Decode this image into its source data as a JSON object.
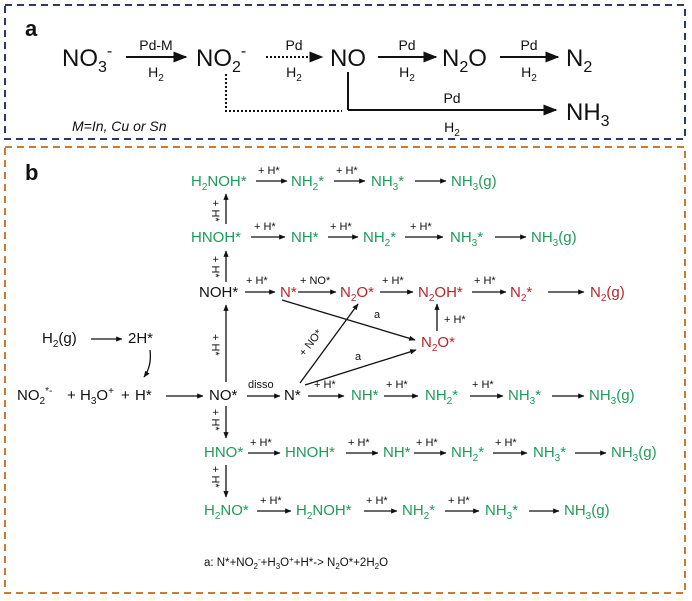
{
  "panel_a": {
    "label": "a",
    "border_color": "#2b3a67",
    "species": {
      "no3": "NO3-",
      "no2": "NO2-",
      "no": "NO",
      "n2o": "N2O",
      "n2": "N2",
      "nh3": "NH3"
    },
    "catalysts": {
      "step1_top": "Pd-M",
      "step1_bottom": "H2",
      "step2_top": "Pd",
      "step2_bottom": "H2",
      "step3_top": "Pd",
      "step3_bottom": "H2",
      "step4_top": "Pd",
      "step4_bottom": "H2",
      "nh3_top": "Pd",
      "nh3_bottom": "H2"
    },
    "note": "M=In, Cu or Sn"
  },
  "panel_b": {
    "label": "b",
    "border_color": "#d07a2f",
    "colors": {
      "green": "#1f9a5a",
      "red": "#b5252b",
      "black": "#111111"
    },
    "plus_h": "+ H*",
    "row1": [
      "H2NOH*",
      "NH2*",
      "NH3*",
      "NH3(g)"
    ],
    "row2": [
      "HNOH*",
      "NH*",
      "NH2*",
      "NH3*",
      "NH3(g)"
    ],
    "row3": [
      "NOH*",
      "N*",
      "N2O*",
      "N2OH*",
      "N2*",
      "N2(g)"
    ],
    "row3_no_label": "+ NO*",
    "n2o_mid": "N2O*",
    "diag_no_label": "+ NO*",
    "a_label": "a",
    "h2_row": {
      "h2g": "H2(g)",
      "twoh": "2H*"
    },
    "row4": {
      "no2": "NO2*-",
      "h3o": "H3O+",
      "h": "H*",
      "plus": "+",
      "no": "NO*",
      "disso": "disso",
      "n": "N*"
    },
    "row4_right": [
      "NH*",
      "NH2*",
      "NH3*",
      "NH3(g)"
    ],
    "row5": [
      "HNO*",
      "HNOH*",
      "NH*",
      "NH2*",
      "NH3*",
      "NH3(g)"
    ],
    "row6": [
      "H2NO*",
      "H2NOH*",
      "NH2*",
      "NH3*",
      "NH3(g)"
    ],
    "footnote": "a: N*+NO2-+H3O++H*-> N2O*+2H2O"
  }
}
